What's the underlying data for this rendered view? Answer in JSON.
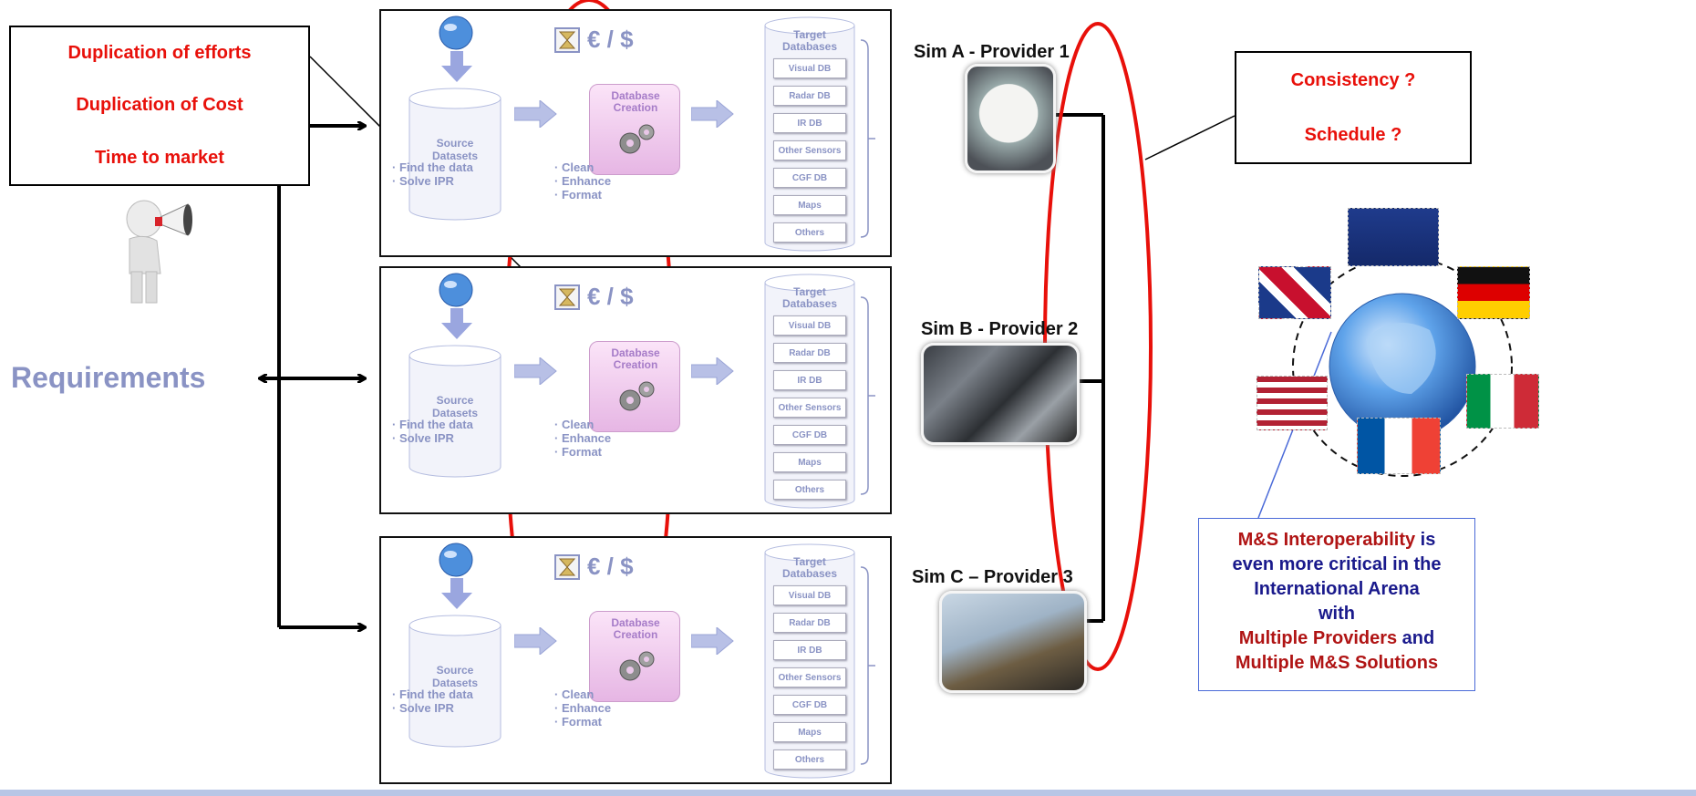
{
  "left_callout": {
    "lines": [
      "Duplication of efforts",
      "Duplication of Cost",
      "Time to market"
    ]
  },
  "requirements_label": "Requirements",
  "panel_texts": {
    "source_label_1": "Source",
    "source_label_2": "Datasets",
    "source_bullets": [
      "Find the data",
      "Solve IPR"
    ],
    "db_creation_1": "Database",
    "db_creation_2": "Creation",
    "process_bullets": [
      "Clean",
      "Enhance",
      "Format"
    ],
    "cost_label": "€ / $",
    "target_head_1": "Target",
    "target_head_2": "Databases",
    "target_items": [
      "Visual DB",
      "Radar DB",
      "IR DB",
      "Other Sensors",
      "CGF DB",
      "Maps",
      "Others"
    ]
  },
  "sims": [
    {
      "label": "Sim A - Provider 1"
    },
    {
      "label": "Sim B - Provider 2"
    },
    {
      "label": "Sim C – Provider 3"
    }
  ],
  "right_callout": {
    "lines": [
      "Consistency ?",
      "Schedule ?"
    ]
  },
  "interop_box": {
    "red_1": "M&S Interoperability",
    "blue_1": " is",
    "blue_2": "even more critical in the",
    "blue_3": "International Arena",
    "blue_4": "with",
    "red_2": "Multiple Providers",
    "blue_5": " and",
    "red_3": "Multiple M&S Solutions"
  },
  "colors": {
    "red": "#e8100a",
    "navy": "#1a1a8c",
    "dark_red": "#b01414",
    "muted_blue": "#8a93c4"
  }
}
